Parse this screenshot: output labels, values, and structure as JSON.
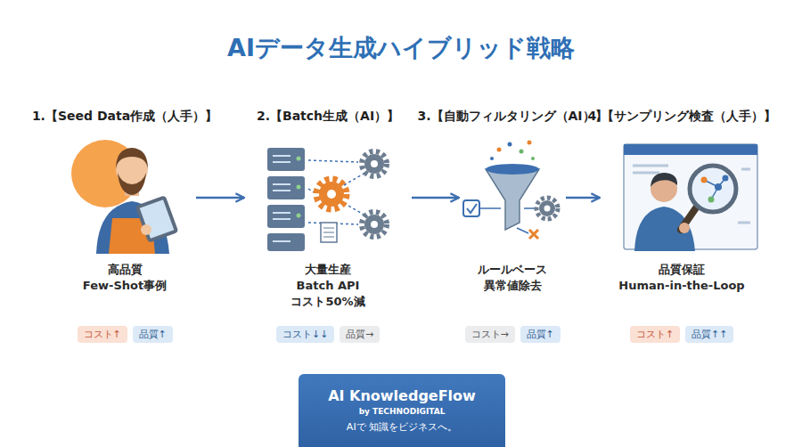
{
  "diagram": {
    "title": "AIデータ生成ハイブリッド戦略",
    "nodes": [
      {
        "text": [
          "1.【Seed Data作成（人手）】",
          "高品質",
          "Few-Shot事例"
        ]
      },
      {
        "text": [
          "コスト↑"
        ],
        "in": 0
      },
      {
        "text": [
          "品質↑"
        ],
        "in": 0
      },
      {
        "text": [
          "2.【Batch生成（AI）】",
          "大量生産",
          "Batch API",
          "コスト50%減"
        ]
      },
      {
        "text": [
          "コスト↓↓"
        ],
        "in": 3
      },
      {
        "text": [
          "品質→"
        ],
        "in": 3
      },
      {
        "text": [
          "3.【自動フィルタリング（AI）】",
          "ルールベース",
          "異常値除去"
        ]
      },
      {
        "text": [
          "コスト→"
        ],
        "in": 6
      },
      {
        "text": [
          "品質↑"
        ],
        "in": 6
      },
      {
        "text": [
          "4.【サンプリング検査（人手）】",
          "品質保証",
          "Human-in-the-Loop"
        ]
      },
      {
        "text": [
          "コスト↑"
        ],
        "in": 9
      },
      {
        "text": [
          "品質↑↑"
        ],
        "in": 9
      },
      {
        "text": [
          "AI KnowledgeFlow",
          "by TECHNODIGITAL",
          "AIで 知識をビジネスへ。"
        ]
      }
    ],
    "edges": [
      {
        "from": 0,
        "to": 3,
        "arrow": "to"
      },
      {
        "from": 3,
        "to": 6,
        "arrow": "to"
      },
      {
        "from": 6,
        "to": 9,
        "arrow": "to"
      }
    ]
  }
}
